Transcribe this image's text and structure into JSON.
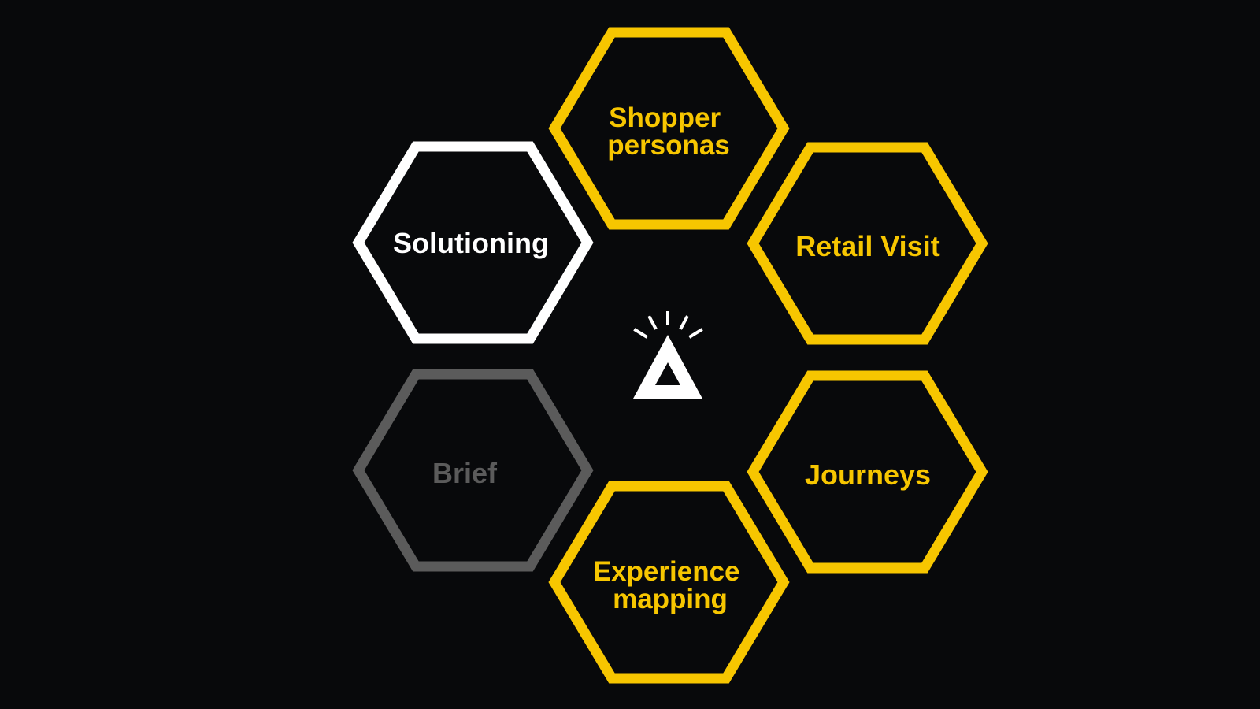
{
  "diagram": {
    "colors": {
      "background": "#08090b",
      "yellow": "#f7c600",
      "white": "#ffffff",
      "gray": "#5b5b5b"
    },
    "nodes": [
      {
        "id": "shopper-personas",
        "lines": [
          "Shopper",
          "personas"
        ],
        "color": "yellow"
      },
      {
        "id": "solutioning",
        "lines": [
          "Solutioning"
        ],
        "color": "white"
      },
      {
        "id": "retail-visit",
        "lines": [
          "Retail Visit"
        ],
        "color": "yellow"
      },
      {
        "id": "brief",
        "lines": [
          "Brief"
        ],
        "color": "gray"
      },
      {
        "id": "journeys",
        "lines": [
          "Journeys"
        ],
        "color": "yellow"
      },
      {
        "id": "experience-mapping",
        "lines": [
          "Experience",
          "mapping"
        ],
        "color": "yellow"
      }
    ],
    "center_icon": "alert-triangle-logo-icon"
  }
}
